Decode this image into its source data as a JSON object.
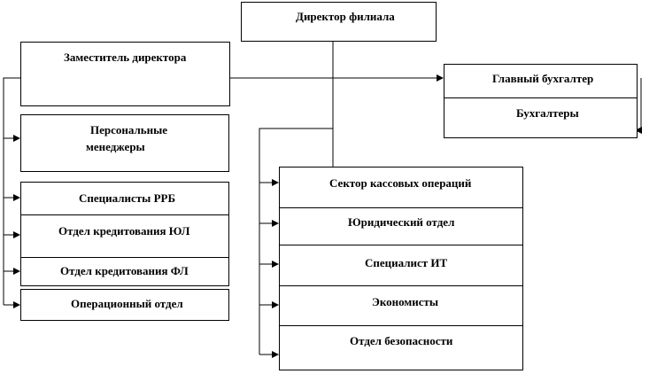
{
  "director": "Директор филиала",
  "deputy": "Заместитель директора",
  "chief_accountant": "Главный бухгалтер",
  "accountants": "Бухгалтеры",
  "left_units": {
    "personal_managers_line1": "Персональные",
    "personal_managers_line2": "менеджеры",
    "rrb_specialists": "Специалисты  РРБ",
    "legal_credit": "Отдел кредитования ЮЛ",
    "individual_credit": "Отдел кредитования ФЛ",
    "operations": "Операционный  отдел"
  },
  "right_units": {
    "cash_sector": "Сектор кассовых операций",
    "legal_dept": "Юридический отдел",
    "it_specialist": "Специалист  ИТ",
    "economists": "Экономисты",
    "security_dept": "Отдел безопасности"
  }
}
